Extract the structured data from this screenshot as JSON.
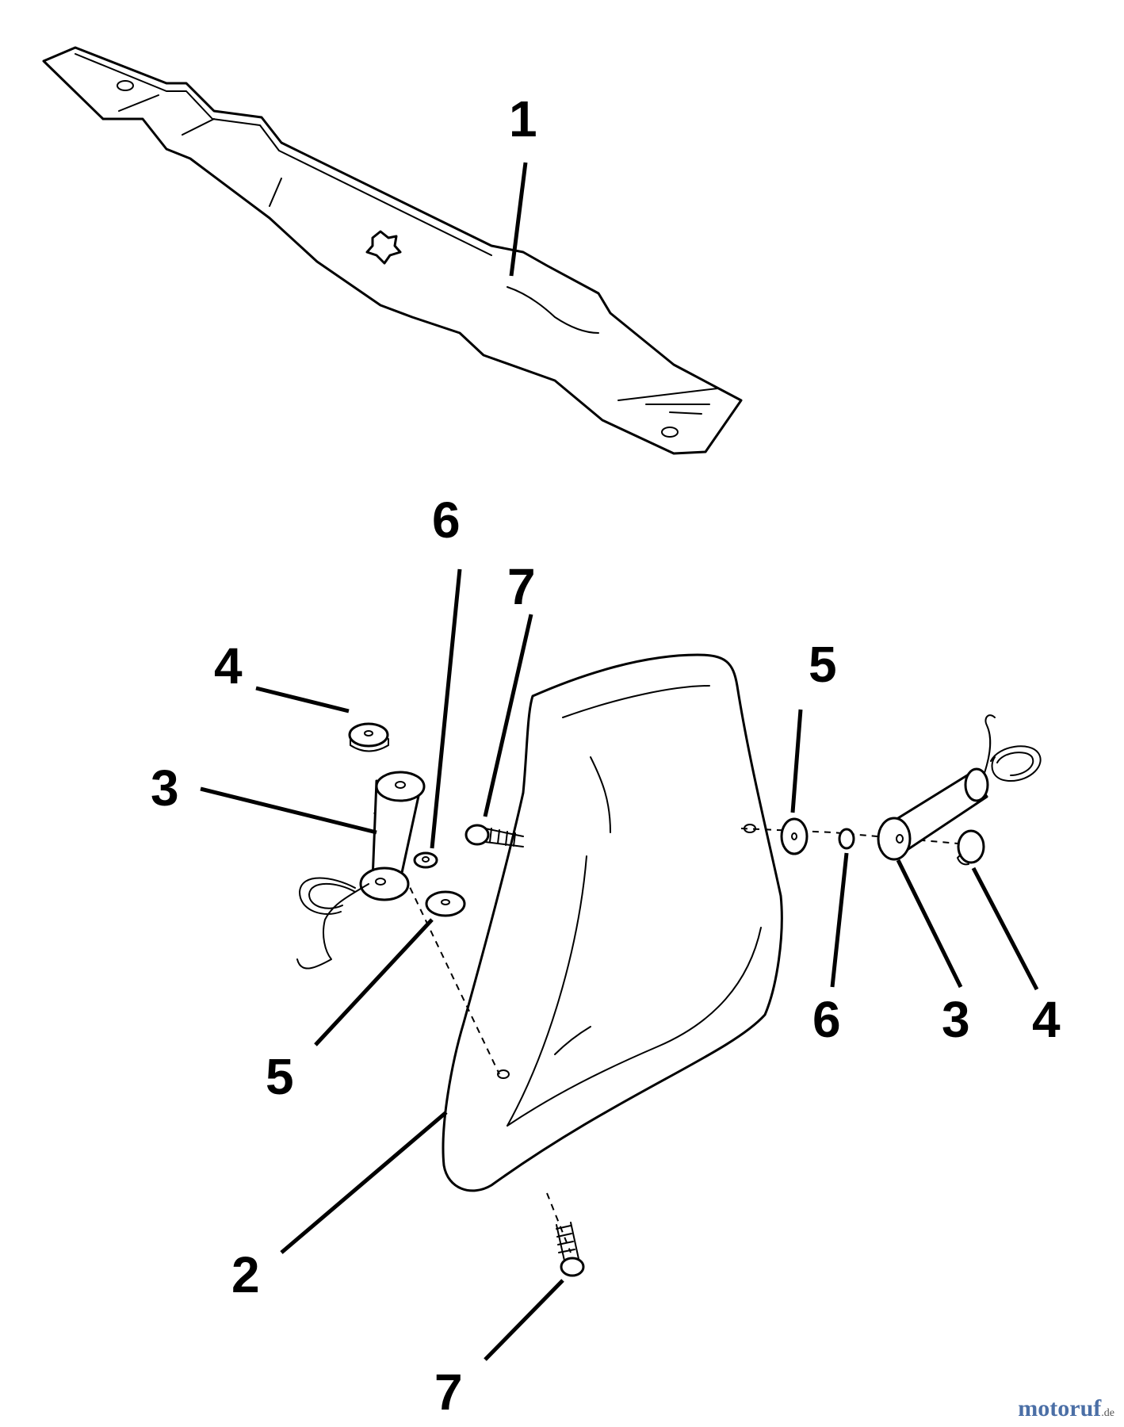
{
  "callouts": {
    "c1": "1",
    "c2": "2",
    "c3_left": "3",
    "c3_right": "3",
    "c4_left": "4",
    "c4_right": "4",
    "c5_left_top": "5",
    "c5_left_bottom": "5",
    "c6_top": "6",
    "c6_bottom": "6",
    "c7_top": "7",
    "c7_bottom": "7"
  },
  "watermark": {
    "brand": "motoruf",
    "tld": ".de"
  },
  "colors": {
    "line": "#000000",
    "background": "#ffffff",
    "watermark": "#4b6fa6"
  }
}
